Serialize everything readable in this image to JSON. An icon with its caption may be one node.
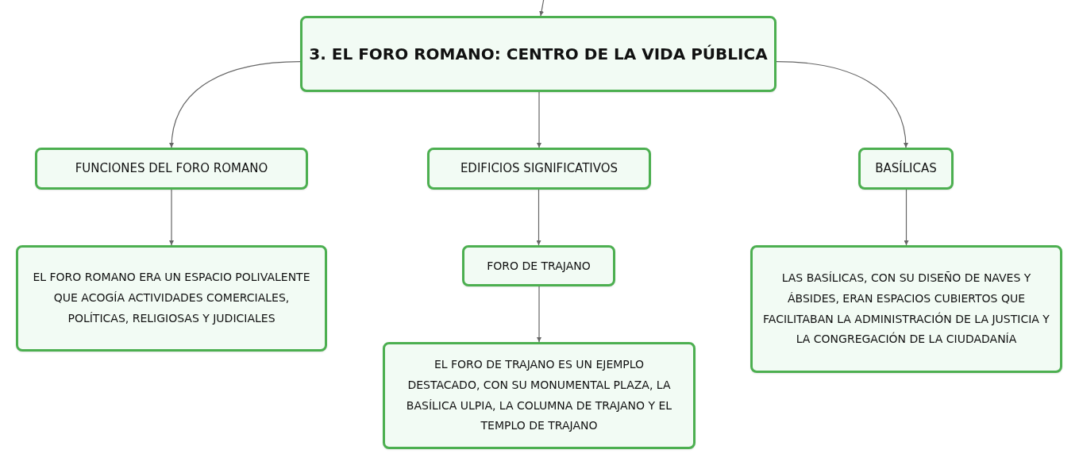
{
  "diagram": {
    "nodes": [
      {
        "text": [
          "3. EL FORO ROMANO: CENTRO DE LA VIDA PÚBLICA"
        ]
      },
      {
        "text": [
          "FUNCIONES DEL FORO ROMANO"
        ]
      },
      {
        "text": [
          "EDIFICIOS SIGNIFICATIVOS"
        ]
      },
      {
        "text": [
          "BASÍLICAS"
        ]
      },
      {
        "text": [
          "EL FORO ROMANO ERA UN ESPACIO POLIVALENTE QUE ACOGÍA ACTIVIDADES COMERCIALES, POLÍTICAS, RELIGIOSAS Y JUDICIALES"
        ]
      },
      {
        "text": [
          "FORO DE TRAJANO"
        ]
      },
      {
        "text": [
          "EL FORO DE TRAJANO ES UN EJEMPLO DESTACADO, CON SU MONUMENTAL PLAZA, LA BASÍLICA ULPIA, LA COLUMNA DE TRAJANO Y EL TEMPLO DE TRAJANO"
        ]
      },
      {
        "text": [
          "LAS BASÍLICAS, CON SU DISEÑO DE NAVES Y ÁBSIDES, ERAN ESPACIOS CUBIERTOS QUE FACILITABAN LA ADMINISTRACIÓN DE LA JUSTICIA Y LA CONGREGACIÓN DE LA CIUDADANÍA"
        ]
      }
    ],
    "edges": [
      {
        "from": null,
        "to": 0,
        "arrow": "to"
      },
      {
        "from": 0,
        "to": 1,
        "arrow": "to"
      },
      {
        "from": 0,
        "to": 2,
        "arrow": "to"
      },
      {
        "from": 0,
        "to": 3,
        "arrow": "to"
      },
      {
        "from": 1,
        "to": 4,
        "arrow": "to"
      },
      {
        "from": 2,
        "to": 5,
        "arrow": "to"
      },
      {
        "from": 5,
        "to": 6,
        "arrow": "to"
      },
      {
        "from": 3,
        "to": 7,
        "arrow": "to"
      }
    ]
  }
}
